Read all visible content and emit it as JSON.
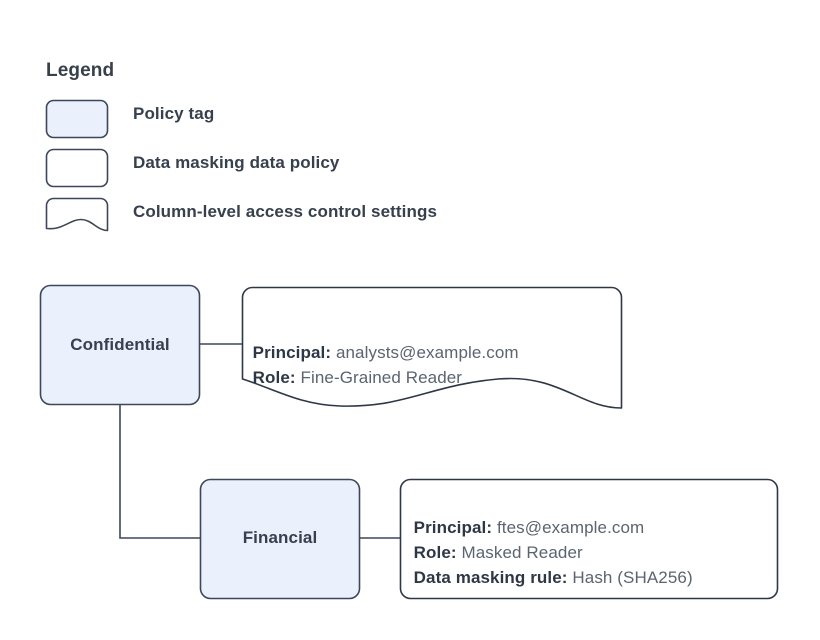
{
  "legend": {
    "title": "Legend",
    "items": [
      {
        "label": "Policy tag",
        "swatch": "rounded-filled-swatch",
        "fill": "#eaf1fc"
      },
      {
        "label": "Data masking data policy",
        "swatch": "rounded-empty-swatch",
        "fill": "#ffffff"
      },
      {
        "label": "Column-level access control settings",
        "swatch": "wavy-document-swatch",
        "fill": "#ffffff"
      }
    ]
  },
  "diagram": {
    "nodes": [
      {
        "id": "confidential",
        "label": "Confidential",
        "type": "policy-tag"
      },
      {
        "id": "financial",
        "label": "Financial",
        "type": "policy-tag"
      }
    ],
    "cards": [
      {
        "id": "card-a",
        "type": "column-level-access-control-settings",
        "lines": [
          {
            "label": "Principal:",
            "value": "analysts@example.com"
          },
          {
            "label": "Role:",
            "value": "Fine-Grained Reader"
          }
        ]
      },
      {
        "id": "card-b",
        "type": "data-masking-data-policy",
        "lines": [
          {
            "label": "Principal:",
            "value": "ftes@example.com"
          },
          {
            "label": "Role:",
            "value": "Masked Reader"
          },
          {
            "label": "Data masking rule:",
            "value": "Hash (SHA256)"
          }
        ]
      }
    ]
  },
  "colors": {
    "tag_fill": "#eaf1fc",
    "stroke": "#3d4759",
    "card_stroke": "#2e3746",
    "label_text": "#2e3746",
    "value_text": "#5b6470",
    "background": "#ffffff"
  }
}
